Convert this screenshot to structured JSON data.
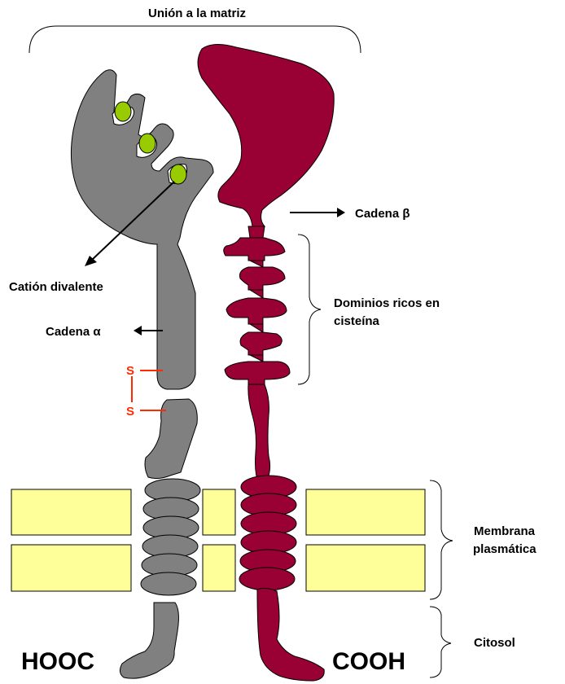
{
  "labels": {
    "top": "Unión a la matriz",
    "beta_chain": "Cadena β",
    "alpha_chain": "Cadena α",
    "cation": "Catión divalente",
    "cysteine_line1": "Dominios ricos en",
    "cysteine_line2": "cisteína",
    "membrane_line1": "Membrana",
    "membrane_line2": "plasmática",
    "cytosol": "Citosol",
    "hooc": "HOOC",
    "cooh": "COOH",
    "sulfur_top": "S",
    "sulfur_bottom": "S"
  },
  "colors": {
    "alpha": "#808080",
    "beta": "#990033",
    "membrane": "#ffff99",
    "cation": "#99cc00",
    "disulfide": "#ff2a00"
  }
}
